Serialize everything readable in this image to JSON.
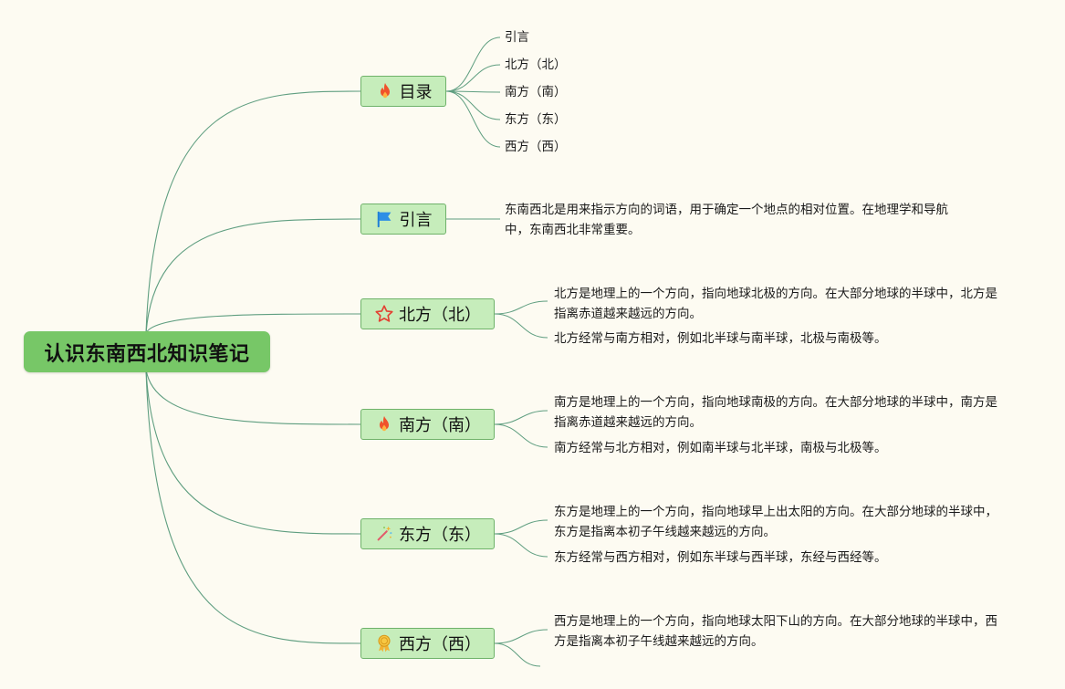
{
  "root": {
    "title": "认识东南西北知识笔记"
  },
  "branches": [
    {
      "key": "toc",
      "label": "目录",
      "icon": "fire-icon",
      "items": [
        "引言",
        "北方（北）",
        "南方（南）",
        "东方（东）",
        "西方（西）"
      ]
    },
    {
      "key": "intro",
      "label": "引言",
      "icon": "flag-icon",
      "items": [
        "东南西北是用来指示方向的词语，用于确定一个地点的相对位置。在地理学和导航中，东南西北非常重要。"
      ]
    },
    {
      "key": "north",
      "label": "北方（北）",
      "icon": "star-outline-icon",
      "items": [
        "北方是地理上的一个方向，指向地球北极的方向。在大部分地球的半球中，北方是指离赤道越来越远的方向。",
        "北方经常与南方相对，例如北半球与南半球，北极与南极等。"
      ]
    },
    {
      "key": "south",
      "label": "南方（南）",
      "icon": "fire-icon",
      "items": [
        "南方是地理上的一个方向，指向地球南极的方向。在大部分地球的半球中，南方是指离赤道越来越远的方向。",
        "南方经常与北方相对，例如南半球与北半球，南极与北极等。"
      ]
    },
    {
      "key": "east",
      "label": "东方（东）",
      "icon": "magic-wand-icon",
      "items": [
        "东方是地理上的一个方向，指向地球早上出太阳的方向。在大部分地球的半球中，东方是指离本初子午线越来越远的方向。",
        "东方经常与西方相对，例如东半球与西半球，东经与西经等。"
      ]
    },
    {
      "key": "west",
      "label": "西方（西）",
      "icon": "medal-icon",
      "items": [
        "西方是地理上的一个方向，指向地球太阳下山的方向。在大部分地球的半球中，西方是指离本初子午线越来越远的方向。",
        ""
      ]
    }
  ],
  "colors": {
    "background": "#fdfbf2",
    "root_fill": "#77c767",
    "branch_fill": "#c6edbb",
    "branch_border": "#6fb26a",
    "connector": "#5f9e80"
  }
}
